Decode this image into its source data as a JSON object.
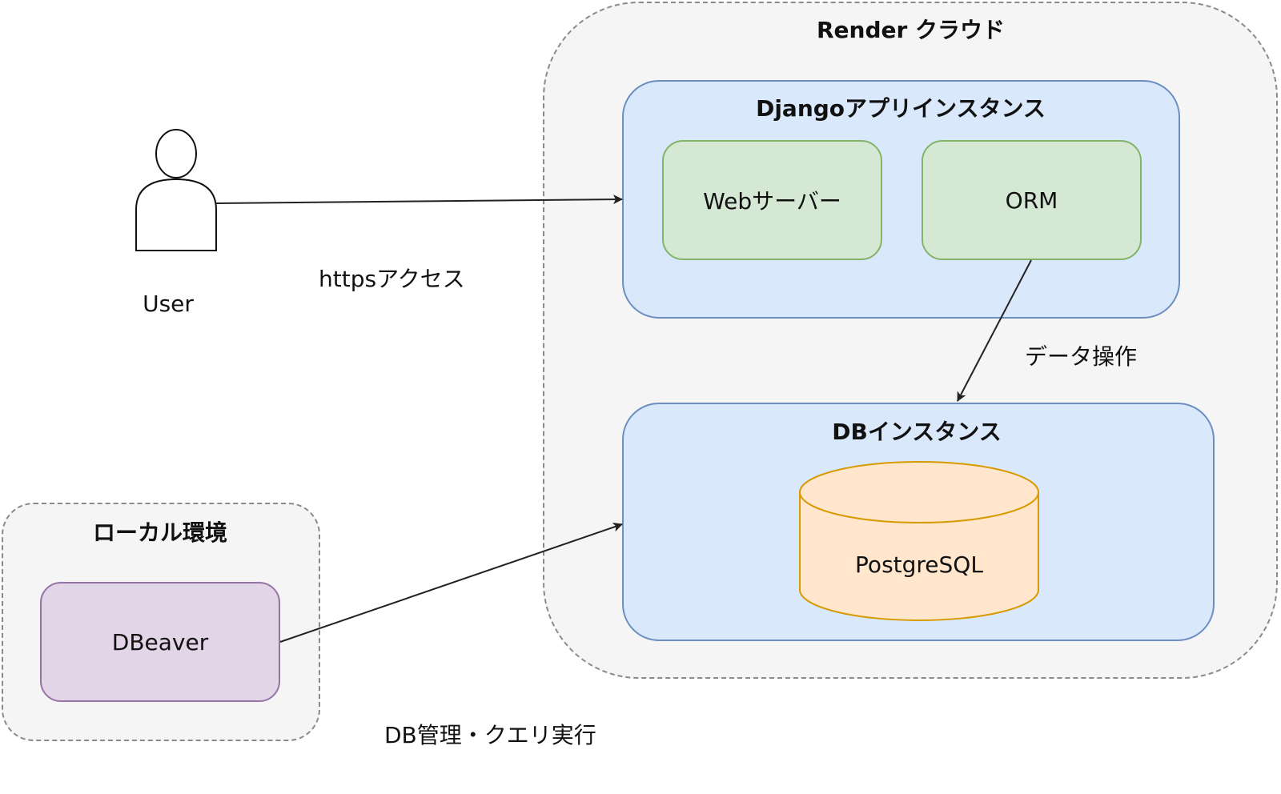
{
  "containers": {
    "render_cloud": {
      "title": "Render クラウド"
    },
    "django_app": {
      "title": "Djangoアプリインスタンス"
    },
    "db_instance": {
      "title": "DBインスタンス"
    },
    "local_env": {
      "title": "ローカル環境"
    }
  },
  "nodes": {
    "web_server": "Webサーバー",
    "orm": "ORM",
    "postgresql": "PostgreSQL",
    "dbeaver": "DBeaver",
    "user": "User"
  },
  "edges": {
    "https_access": "httpsアクセス",
    "data_ops": "データ操作",
    "db_admin": "DB管理・クエリ実行"
  },
  "colors": {
    "app_fill": "#dae8fc",
    "app_stroke": "#6c8ebf",
    "component_fill": "#d5e8d4",
    "component_stroke": "#82b366",
    "db_fill": "#ffe6cc",
    "db_stroke": "#d79b00",
    "tool_fill": "#e1d5e7",
    "tool_stroke": "#9673a6",
    "group_fill": "#f5f5f5"
  }
}
